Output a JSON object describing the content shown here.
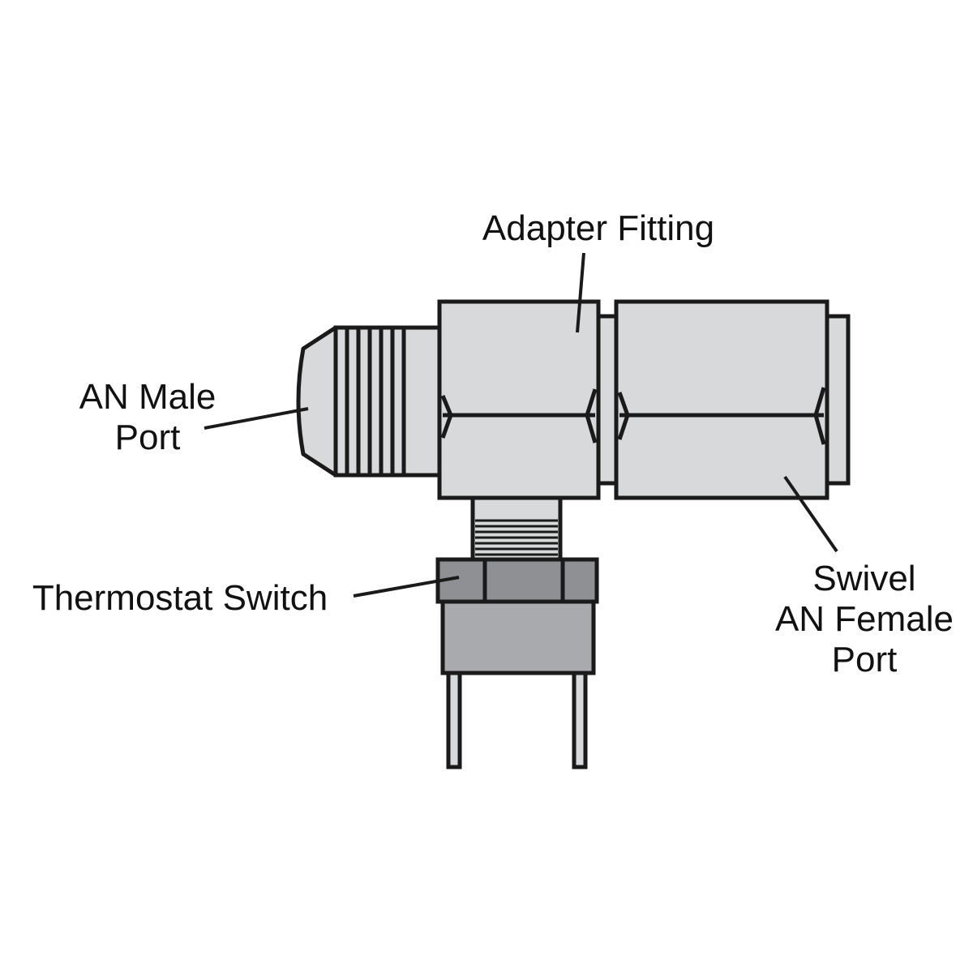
{
  "labels": {
    "adapter_fitting": "Adapter Fitting",
    "an_male_port": [
      "AN Male",
      "Port"
    ],
    "thermostat_switch": "Thermostat Switch",
    "swivel_female_port": [
      "Swivel",
      "AN Female",
      "Port"
    ]
  },
  "colors": {
    "stroke": "#1a1a1a",
    "metal_light": "#d8d9db",
    "metal_band": "#cfd0d2",
    "switch_nut": "#8f9093",
    "switch_body": "#a9aaad",
    "background": "#ffffff"
  }
}
